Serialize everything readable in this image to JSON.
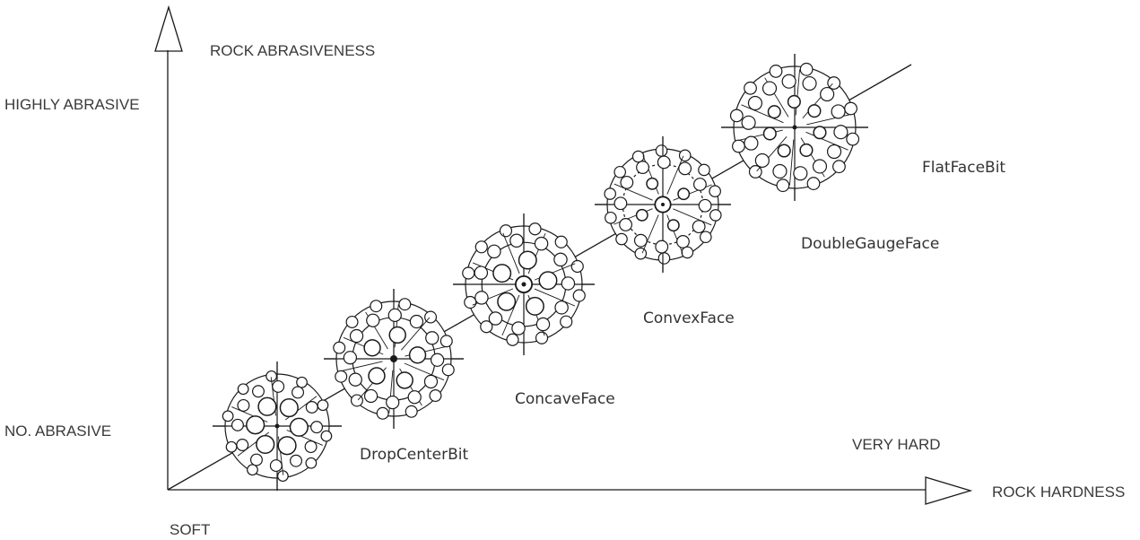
{
  "axes": {
    "y_title": "ROCK ABRASIVENESS",
    "y_high": "HIGHLY ABRASIVE",
    "y_low": "NO. ABRASIVE",
    "x_title": "ROCK HARDNESS",
    "x_low": "SOFT",
    "x_high": "VERY HARD"
  },
  "bits": [
    {
      "label": "DropCenterBit",
      "icon": "drop-center-bit-icon"
    },
    {
      "label": "ConcaveFace",
      "icon": "concave-face-bit-icon"
    },
    {
      "label": "ConvexFace",
      "icon": "convex-face-bit-icon"
    },
    {
      "label": "DoubleGaugeFace",
      "icon": "double-gauge-face-bit-icon"
    },
    {
      "label": "FlatFaceBit",
      "icon": "flat-face-bit-icon"
    }
  ],
  "colors": {
    "line": "#1a1a1a",
    "text": "#3a3a3a"
  }
}
